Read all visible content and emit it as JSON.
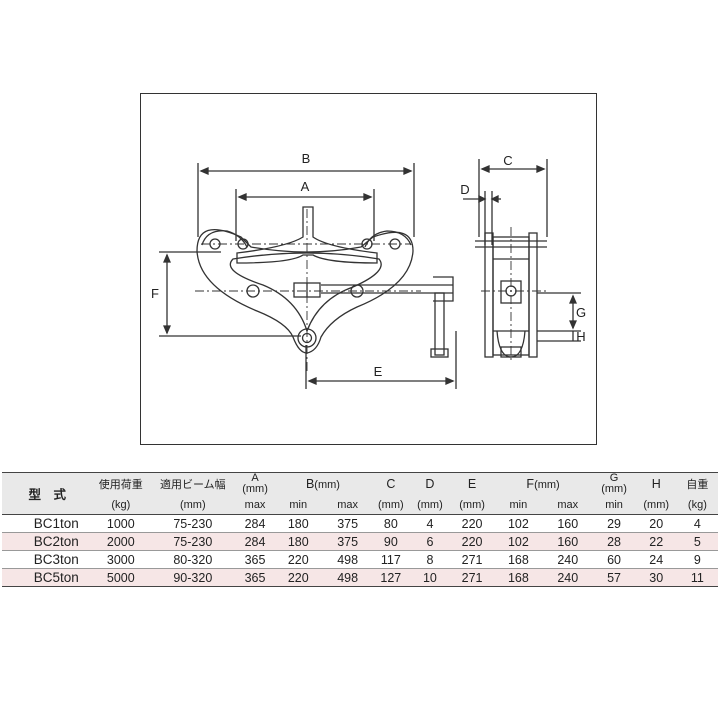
{
  "drawing": {
    "labels": {
      "A": "A",
      "B": "B",
      "C": "C",
      "D": "D",
      "E": "E",
      "F": "F",
      "G": "G",
      "H": "H"
    }
  },
  "table": {
    "header": {
      "model": "型　式",
      "load_line1": "使用荷重",
      "load_line2": "(kg)",
      "beam_line1": "適用ビーム幅",
      "beam_line2": "(mm)",
      "a_line1": "A",
      "a_line2": "(mm)",
      "a_line3": "max",
      "b_title": "B",
      "b_unit": "(mm)",
      "b_min": "min",
      "b_max": "max",
      "c_line1": "C",
      "c_line2": "(mm)",
      "d_line1": "D",
      "d_line2": "(mm)",
      "e_line1": "E",
      "e_line2": "(mm)",
      "f_title": "F",
      "f_unit": "(mm)",
      "f_min": "min",
      "f_max": "max",
      "g_line1": "G",
      "g_line2": "(mm)",
      "g_line3": "min",
      "h_line1": "H",
      "h_line2": "(mm)",
      "w_line1": "自重",
      "w_line2": "(kg)"
    },
    "rows": [
      {
        "model": "BC1ton",
        "load": "1000",
        "beam": "75-230",
        "a": "284",
        "b_min": "180",
        "b_max": "375",
        "c": "80",
        "d": "4",
        "e": "220",
        "f_min": "102",
        "f_max": "160",
        "g": "29",
        "h": "20",
        "w": "4"
      },
      {
        "model": "BC2ton",
        "load": "2000",
        "beam": "75-230",
        "a": "284",
        "b_min": "180",
        "b_max": "375",
        "c": "90",
        "d": "6",
        "e": "220",
        "f_min": "102",
        "f_max": "160",
        "g": "28",
        "h": "22",
        "w": "5"
      },
      {
        "model": "BC3ton",
        "load": "3000",
        "beam": "80-320",
        "a": "365",
        "b_min": "220",
        "b_max": "498",
        "c": "117",
        "d": "8",
        "e": "271",
        "f_min": "168",
        "f_max": "240",
        "g": "60",
        "h": "24",
        "w": "9"
      },
      {
        "model": "BC5ton",
        "load": "5000",
        "beam": "90-320",
        "a": "365",
        "b_min": "220",
        "b_max": "498",
        "c": "127",
        "d": "10",
        "e": "271",
        "f_min": "168",
        "f_max": "240",
        "g": "57",
        "h": "30",
        "w": "11"
      }
    ]
  }
}
